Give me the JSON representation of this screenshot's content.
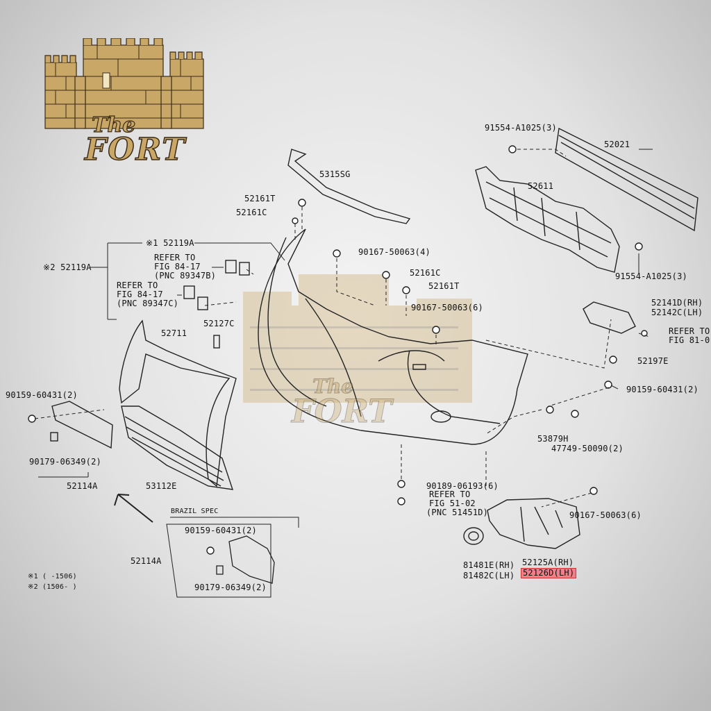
{
  "logo": {
    "line1": "The",
    "line2": "FORT",
    "wall_color": "#c9a766",
    "brick_color": "#3a2a16"
  },
  "watermark": {
    "line1": "The",
    "line2": "FORT"
  },
  "parts": {
    "p91554_top": "91554-A1025(3)",
    "p52021": "52021",
    "p52611": "52611",
    "p91554_bot": "91554-A1025(3)",
    "p53155g": "5315SG",
    "p52161t_a": "52161T",
    "p52161c_a": "52161C",
    "p52119a_1": "※1 52119A",
    "p52119a_2": "※2 52119A",
    "ref1": [
      "REFER TO",
      "FIG 84-17",
      "(PNC 89347B)"
    ],
    "ref2": [
      "REFER TO",
      "FIG 84-17",
      "(PNC 89347C)"
    ],
    "p90167_a": "90167-50063(4)",
    "p52161c_b": "52161C",
    "p52161t_b": "52161T",
    "p90167_b": "90167-50063(6)",
    "p52127c": "52127C",
    "p52711": "52711",
    "p52141d": "52141D(RH)",
    "p52142c": "52142C(LH)",
    "ref3": [
      "REFER TO",
      "FIG 81-0"
    ],
    "p52197e": "52197E",
    "p90159_r": "90159-60431(2)",
    "p90159_l": "90159-60431(2)",
    "p90179_l": "90179-06349(2)",
    "p52114a": "52114A",
    "p53112e": "53112E",
    "p53879h": "53879H",
    "p47749": "47749-50090(2)",
    "p90189": "90189-06193(6)",
    "ref4": [
      "REFER TO",
      "FIG 51-02",
      "(PNC 51451D)"
    ],
    "p90167_c": "90167-50063(6)",
    "p81481e": "81481E(RH)",
    "p81482c": "81482C(LH)",
    "p52125a": "52125A(RH)",
    "p52126d": "52126D(LH)",
    "brazil": "BRAZIL SPEC",
    "p52114a_b": "52114A",
    "p90159_b": "90159-60431(2)",
    "p90179_b": "90179-06349(2)",
    "note1": "※1 (     -1506)",
    "note2": "※2 (1506-     )"
  }
}
